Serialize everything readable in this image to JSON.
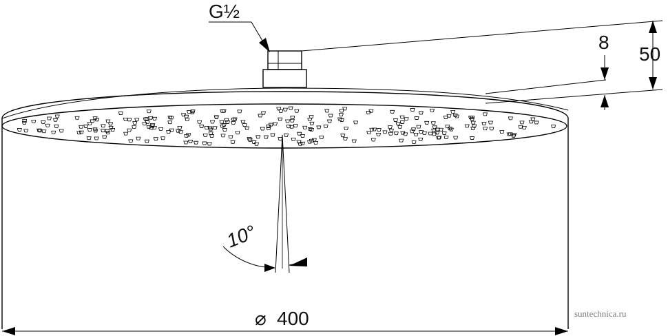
{
  "labels": {
    "thread": "G½",
    "height_small": "8",
    "height_total": "50",
    "spray_angle": "10°",
    "diameter_symbol": "⌀",
    "diameter_value": "400"
  },
  "watermark": "suntechnica.ru",
  "colors": {
    "line": "#000000",
    "text": "#111111",
    "watermark": "#777777",
    "background": "#ffffff"
  }
}
